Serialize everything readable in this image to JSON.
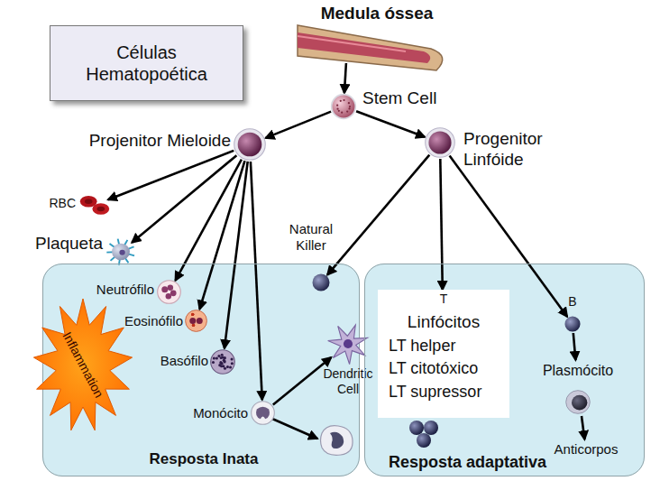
{
  "diagram": {
    "nodes": [
      {
        "text": [
          "Células Hematopoética"
        ]
      },
      {
        "text": [
          "Medula óssea"
        ]
      },
      {
        "text": [
          "Stem Cell"
        ]
      },
      {
        "text": [
          "Projenitor Mieloide"
        ]
      },
      {
        "text": [
          "Progenitor Linfóide"
        ]
      },
      {
        "text": [
          "RBC"
        ]
      },
      {
        "text": [
          "Plaqueta"
        ]
      },
      {
        "text": [
          "Resposta Inata"
        ]
      },
      {
        "text": [
          "Neutrófilo"
        ],
        "in": 7
      },
      {
        "text": [
          "Eosinófilo"
        ],
        "in": 7
      },
      {
        "text": [
          "Basófilo"
        ],
        "in": 7
      },
      {
        "text": [
          "Monócito"
        ],
        "in": 7
      },
      {
        "text": [
          "Natural Killer"
        ],
        "in": 7
      },
      {
        "text": [
          "Dendritic Cell"
        ],
        "in": 7
      },
      {
        "text": [
          "Inflammation"
        ]
      },
      {
        "text": [
          "Resposta adaptativa"
        ]
      },
      {
        "text": [
          "T",
          "Linfócitos",
          "LT helper",
          "LT citotóxico",
          "LT supressor"
        ],
        "in": 15
      },
      {
        "text": [
          "B"
        ],
        "in": 15
      },
      {
        "text": [
          "Plasmócito"
        ],
        "in": 15
      },
      {
        "text": [
          "Anticorpos"
        ],
        "in": 15
      }
    ],
    "edges": [
      {
        "from": 1,
        "to": 2,
        "arrow": "to"
      },
      {
        "from": 2,
        "to": 3,
        "arrow": "to"
      },
      {
        "from": 2,
        "to": 4,
        "arrow": "to"
      },
      {
        "from": 3,
        "to": 5,
        "arrow": "to"
      },
      {
        "from": 3,
        "to": 6,
        "arrow": "to"
      },
      {
        "from": 3,
        "to": 8,
        "arrow": "to"
      },
      {
        "from": 3,
        "to": 9,
        "arrow": "to"
      },
      {
        "from": 3,
        "to": 10,
        "arrow": "to"
      },
      {
        "from": 3,
        "to": 11,
        "arrow": "to"
      },
      {
        "from": 4,
        "to": 12,
        "arrow": "to"
      },
      {
        "from": 4,
        "to": 16,
        "arrow": "to"
      },
      {
        "from": 4,
        "to": 17,
        "arrow": "to"
      },
      {
        "from": 11,
        "to": 13,
        "arrow": "to"
      },
      {
        "from": 17,
        "to": 18,
        "arrow": "to"
      },
      {
        "from": 18,
        "to": 19,
        "arrow": "to"
      }
    ]
  }
}
